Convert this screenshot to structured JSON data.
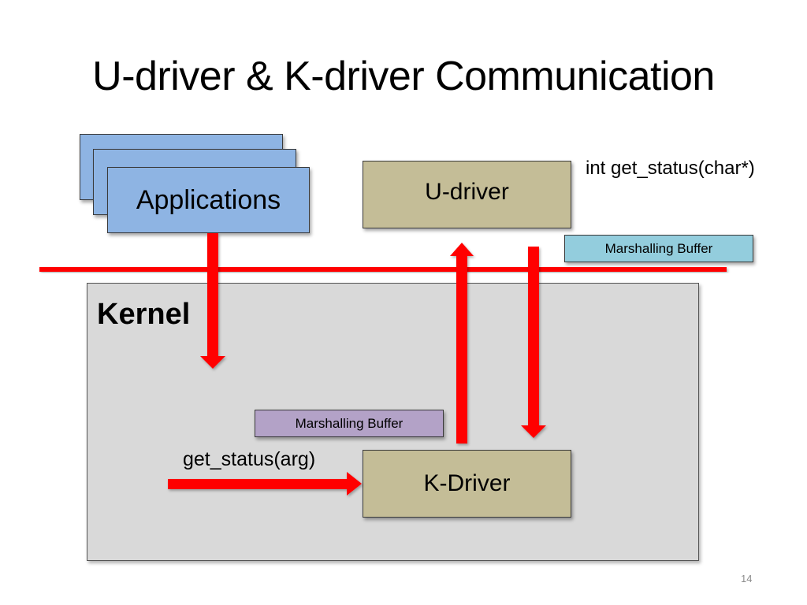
{
  "slide": {
    "title": "U-driver & K-driver Communication",
    "page_number": "14"
  },
  "user_space": {
    "applications_label": "Applications",
    "udriver_label": "U-driver",
    "function_signature": "int get_status(char*)",
    "marshalling_buffer_label": "Marshalling Buffer"
  },
  "kernel": {
    "label": "Kernel",
    "kdriver_label": "K-Driver",
    "marshalling_buffer_label": "Marshalling Buffer",
    "call_label": "get_status(arg)"
  },
  "colors": {
    "arrow": "#ff0000",
    "applications": "#8eb4e3",
    "driver": "#c4bd97",
    "user_buffer": "#93cddd",
    "kernel_buffer": "#b3a2c7",
    "kernel_area": "#d9d9d9"
  }
}
